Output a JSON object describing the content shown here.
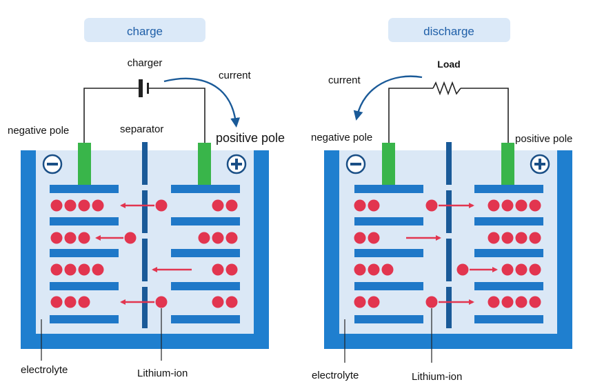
{
  "panels": [
    {
      "id": "charge",
      "title": "charge",
      "source_label": "charger",
      "current_label": "current",
      "negative_label": "negative pole",
      "positive_label": "positive pole",
      "separator_label": "separator",
      "electrolyte_label": "electrolyte",
      "ion_label": "Lithium-ion",
      "negative_sign": "−",
      "positive_sign": "+"
    },
    {
      "id": "discharge",
      "title": "discharge",
      "source_label": "Load",
      "current_label": "current",
      "negative_label": "negative pole",
      "positive_label": "positive pole",
      "electrolyte_label": "electrolyte",
      "ion_label": "Lithium-ion",
      "negative_sign": "−",
      "positive_sign": "+"
    }
  ],
  "colors": {
    "container": "#1f7fcf",
    "electrolyte": "#dbe8f6",
    "plate": "#1f78c8",
    "separator": "#1a5a98",
    "pole": "#39b54a",
    "ion": "#e2354f",
    "arrow": "#e2354f",
    "current_arrow": "#1a5a98",
    "title_bg": "#dbe9f8",
    "title_text": "#1f5fa8",
    "wire": "#222222"
  }
}
